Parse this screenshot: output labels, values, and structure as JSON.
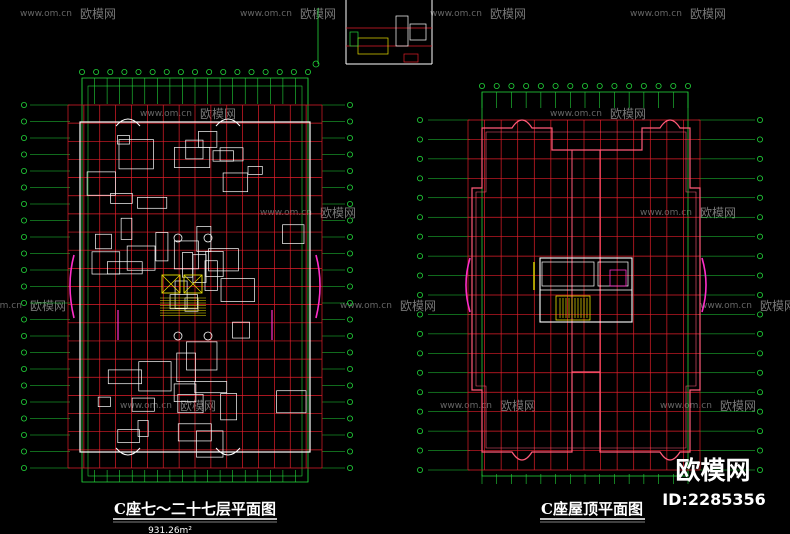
{
  "drawing_left": {
    "title": "C座七～二十七层平面图",
    "area": "931.26m²"
  },
  "drawing_right": {
    "title": "C座屋顶平面图"
  },
  "watermark": {
    "brand": "欧模网",
    "url": "www.om.cn"
  },
  "badge": {
    "logo": "欧模网",
    "id": "ID:2285356"
  },
  "colors": {
    "background": "#000000",
    "grid": "#e01e2a",
    "wall": "#ffffff",
    "dimension": "#22d43a",
    "accent": "#ff2ec8",
    "stair": "#e8e000"
  }
}
